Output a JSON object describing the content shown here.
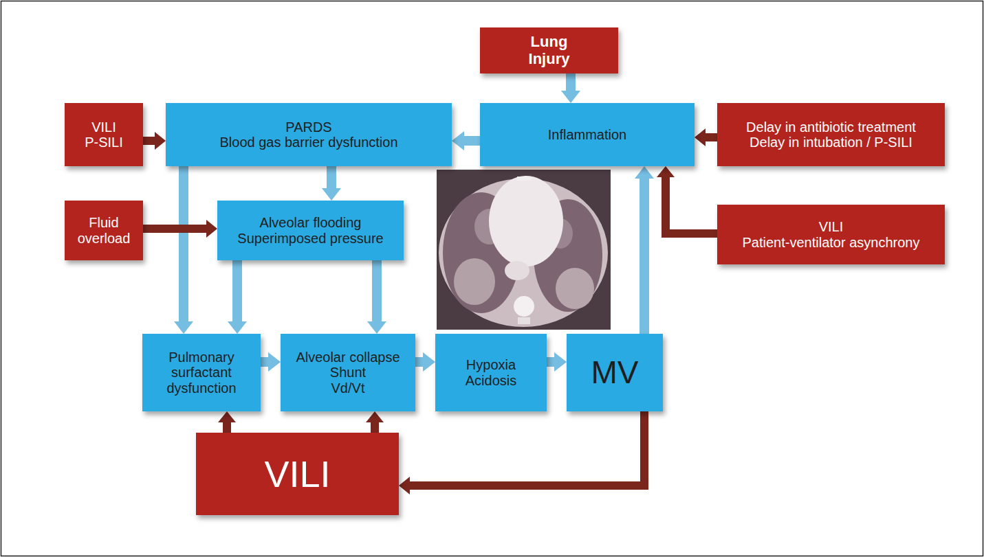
{
  "diagram": {
    "nodes": [
      {
        "text": [
          "Lung Injury"
        ]
      },
      {
        "text": [
          "VILI",
          "P-SILI"
        ]
      },
      {
        "text": [
          "PARDS",
          "Blood gas barrier dysfunction"
        ]
      },
      {
        "text": [
          "Inflammation"
        ]
      },
      {
        "text": [
          "Delay in antibiotic treatment",
          "Delay in intubation / P-SILI"
        ]
      },
      {
        "text": [
          "Fluid overload"
        ]
      },
      {
        "text": [
          "Alveolar flooding",
          "Superimposed pressure"
        ]
      },
      {
        "text": [
          "VILI",
          "Patient-ventilator asynchrony"
        ]
      },
      {
        "text": [
          "Pulmonary surfactant dysfunction"
        ]
      },
      {
        "text": [
          "Alveolar collapse",
          "Shunt",
          "Vd/Vt"
        ]
      },
      {
        "text": [
          "Hypoxia",
          "Acidosis"
        ]
      },
      {
        "text": [
          "MV"
        ]
      },
      {
        "text": [
          "VILI"
        ]
      }
    ],
    "edges": [
      {
        "from": 0,
        "to": 3,
        "arrow": "to"
      },
      {
        "from": 3,
        "to": 2,
        "arrow": "to"
      },
      {
        "from": 1,
        "to": 2,
        "arrow": "to"
      },
      {
        "from": 4,
        "to": 3,
        "arrow": "to"
      },
      {
        "from": 7,
        "to": 3,
        "arrow": "to"
      },
      {
        "from": 2,
        "to": 6,
        "arrow": "to"
      },
      {
        "from": 2,
        "to": 8,
        "arrow": "to"
      },
      {
        "from": 5,
        "to": 6,
        "arrow": "to"
      },
      {
        "from": 6,
        "to": 8,
        "arrow": "to"
      },
      {
        "from": 6,
        "to": 9,
        "arrow": "to"
      },
      {
        "from": 8,
        "to": 9,
        "arrow": "to"
      },
      {
        "from": 9,
        "to": 10,
        "arrow": "to"
      },
      {
        "from": 10,
        "to": 11,
        "arrow": "to"
      },
      {
        "from": 11,
        "to": 3,
        "arrow": "to"
      },
      {
        "from": 11,
        "to": 12,
        "arrow": "to"
      },
      {
        "from": 12,
        "to": 8,
        "arrow": "to"
      },
      {
        "from": 12,
        "to": 9,
        "arrow": "to"
      }
    ]
  }
}
